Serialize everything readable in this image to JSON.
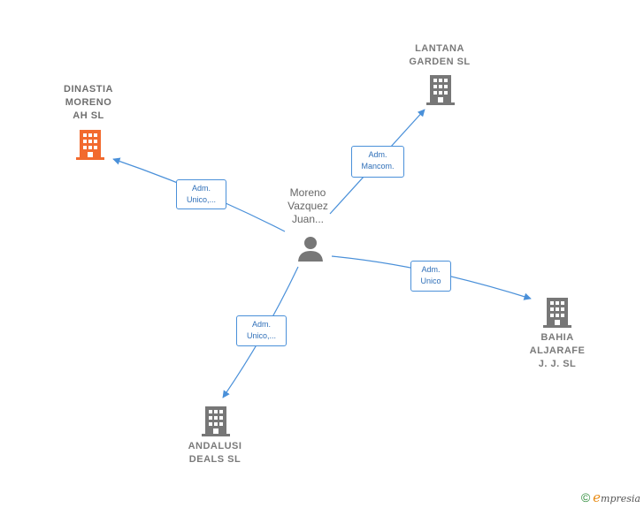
{
  "colors": {
    "edge": "#4a90d9",
    "building_default": "#777777",
    "building_highlight": "#f26a2e"
  },
  "nodes": {
    "dinastia": {
      "label": "DINASTIA\nMORENO\nAH SL",
      "icon": "building-icon",
      "highlight": true
    },
    "lantana": {
      "label": "LANTANA\nGARDEN SL",
      "icon": "building-icon"
    },
    "bahia": {
      "label": "BAHIA\nALJARAFE\nJ. J. SL",
      "icon": "building-icon"
    },
    "andalusi": {
      "label": "ANDALUSI\nDEALS SL",
      "icon": "building-icon"
    },
    "person": {
      "label": "Moreno\nVazquez\nJuan...",
      "icon": "person-icon"
    }
  },
  "edges": {
    "to_dinastia": "Adm.\nUnico,...",
    "to_lantana": "Adm.\nMancom.",
    "to_bahia": "Adm.\nUnico",
    "to_andalusi": "Adm.\nUnico,..."
  },
  "footer": {
    "copyright_symbol": "©",
    "brand_initial": "e",
    "brand_rest": "mpresia"
  }
}
